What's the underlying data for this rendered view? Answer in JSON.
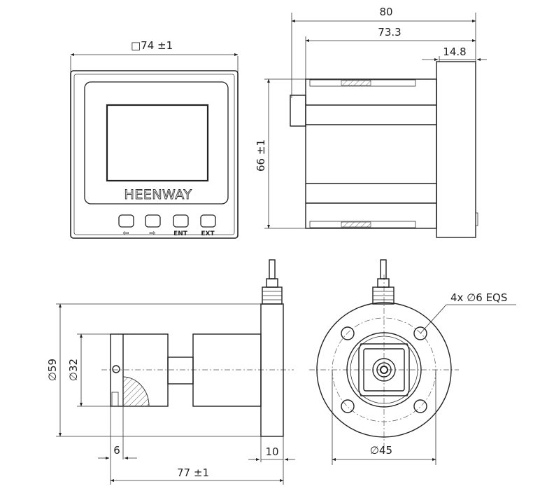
{
  "dimensions": {
    "front_square": "□74 ±1",
    "overall_length": "80",
    "body_length": "73.3",
    "flange_thickness": "14.8",
    "height": "66 ±1",
    "phi59": "∅59",
    "phi32": "∅32",
    "six": "6",
    "ten": "10",
    "sensor_length": "77 ±1",
    "bolt_holes": "4x ∅6 EQS",
    "pcd": "∅45"
  },
  "display": {
    "brand": "HEENWAY",
    "keys": [
      {
        "icon": "left-arrow-icon",
        "label": "⇦"
      },
      {
        "icon": "right-arrow-icon",
        "label": "⇨"
      },
      {
        "icon": "enter-key-icon",
        "label": "ENT"
      },
      {
        "icon": "exit-key-icon",
        "label": "EXT"
      }
    ]
  }
}
